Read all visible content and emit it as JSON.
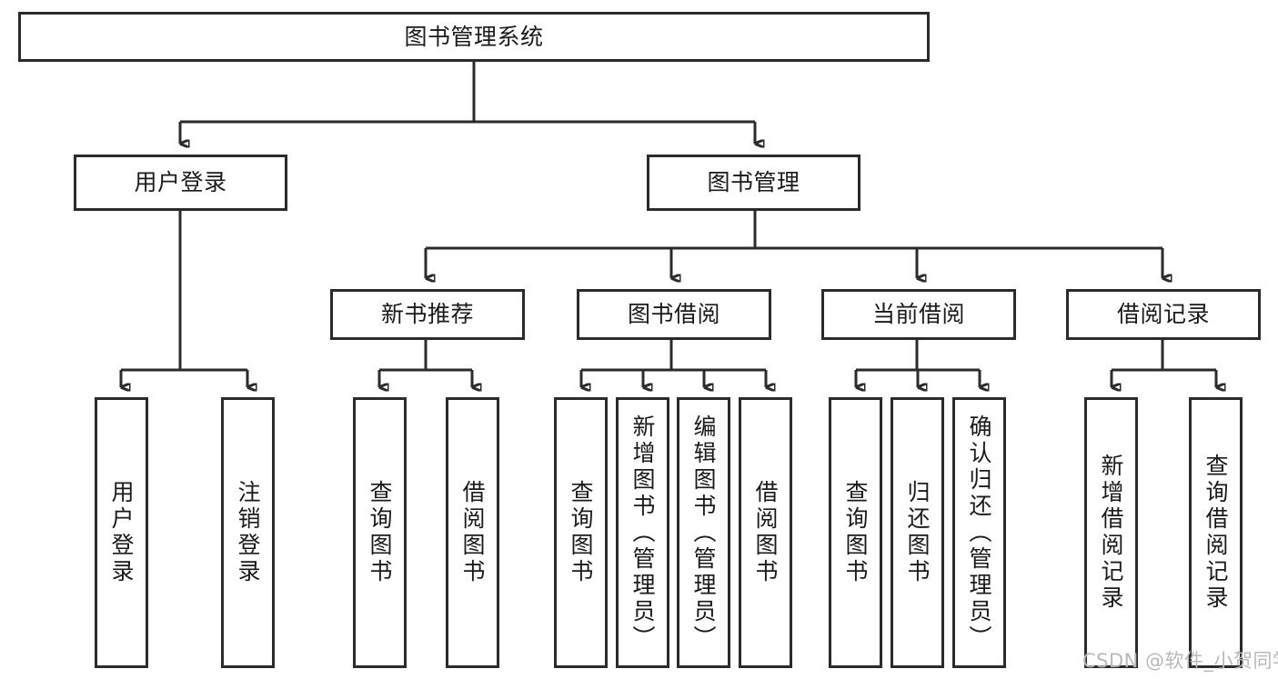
{
  "diagram": {
    "title_node": {
      "label": "图书管理系统"
    },
    "level2": [
      {
        "id": "user-login",
        "label": "用户登录"
      },
      {
        "id": "book-management",
        "label": "图书管理"
      }
    ],
    "level3": [
      {
        "id": "new-book-recommend",
        "label": "新书推荐"
      },
      {
        "id": "book-borrow",
        "label": "图书借阅"
      },
      {
        "id": "current-borrow",
        "label": "当前借阅"
      },
      {
        "id": "borrow-record",
        "label": "借阅记录"
      }
    ],
    "leaves": {
      "user_login": [
        {
          "id": "leaf-user-login",
          "label": "用户登录"
        },
        {
          "id": "leaf-logout",
          "label": "注销登录"
        }
      ],
      "new_book_recommend": [
        {
          "id": "leaf-query-book-1",
          "label": "查询图书"
        },
        {
          "id": "leaf-borrow-book-1",
          "label": "借阅图书"
        }
      ],
      "book_borrow": [
        {
          "id": "leaf-query-book-2",
          "label": "查询图书"
        },
        {
          "id": "leaf-add-book",
          "label": "新增图书（管理员）"
        },
        {
          "id": "leaf-edit-book",
          "label": "编辑图书（管理员）"
        },
        {
          "id": "leaf-borrow-book-2",
          "label": "借阅图书"
        }
      ],
      "current_borrow": [
        {
          "id": "leaf-query-book-3",
          "label": "查询图书"
        },
        {
          "id": "leaf-return-book",
          "label": "归还图书"
        },
        {
          "id": "leaf-confirm-return",
          "label": "确认归还（管理员）"
        }
      ],
      "borrow_record": [
        {
          "id": "leaf-add-record",
          "label": "新增借阅记录"
        },
        {
          "id": "leaf-query-record",
          "label": "查询借阅记录"
        }
      ]
    },
    "watermark": "CSDN @软件_小贺同学",
    "colors": {
      "stroke": "#2b2b2b",
      "background": "#ffffff",
      "text": "#1a1a1a",
      "watermark": "#b9b9b9"
    }
  }
}
